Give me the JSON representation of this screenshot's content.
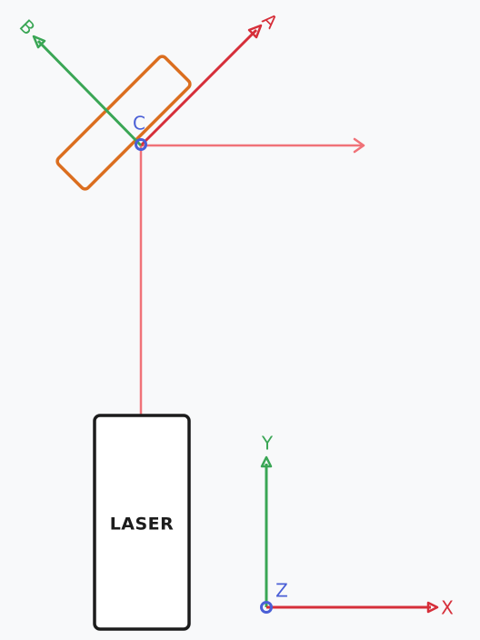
{
  "labels": {
    "axis_a": "A",
    "axis_b": "B",
    "point_c": "C",
    "axis_y": "Y",
    "axis_x": "X",
    "axis_z": "Z",
    "laser": "LASER"
  },
  "colors": {
    "background": "#f8f9fa",
    "red_axis": "#d62f3a",
    "green_axis": "#3aa655",
    "blue_point": "#4a5fd6",
    "beam": "#f07278",
    "mirror": "#db6e1f",
    "laser_outline": "#1c1c1c",
    "laser_fill": "#ffffff",
    "text_dark": "#1c1c1c"
  }
}
